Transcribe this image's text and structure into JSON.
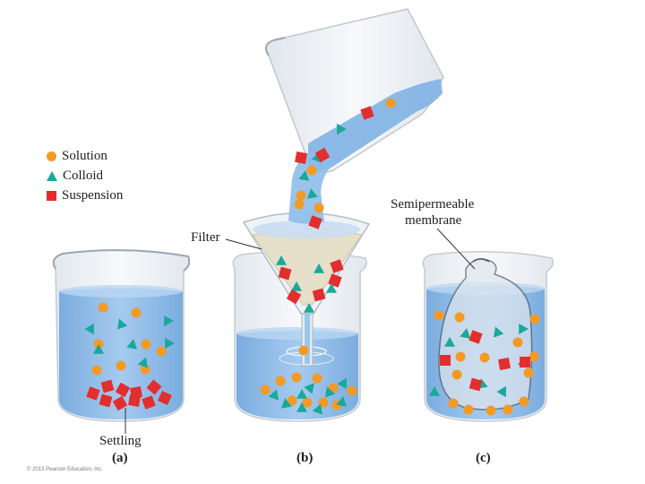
{
  "legend": [
    {
      "label": "Solution",
      "symbol": "circle-icon",
      "color": "#f39a25"
    },
    {
      "label": "Colloid",
      "symbol": "triangle-icon",
      "color": "#1aa89a"
    },
    {
      "label": "Suspension",
      "symbol": "square-icon",
      "color": "#e32e2e"
    }
  ],
  "labels": {
    "filter": "Filter",
    "membrane_line1": "Semipermeable",
    "membrane_line2": "membrane",
    "settling": "Settling"
  },
  "captions": {
    "a": "(a)",
    "b": "(b)",
    "c": "(c)"
  },
  "copyright": "© 2013 Pearson Education, Inc.",
  "colors": {
    "solution": "#f39a25",
    "colloid": "#1aa89a",
    "suspension": "#e32e2e",
    "water": "#7fb2e4",
    "glass": "#c9d4de",
    "filter_paper": "#e6dfc9"
  }
}
